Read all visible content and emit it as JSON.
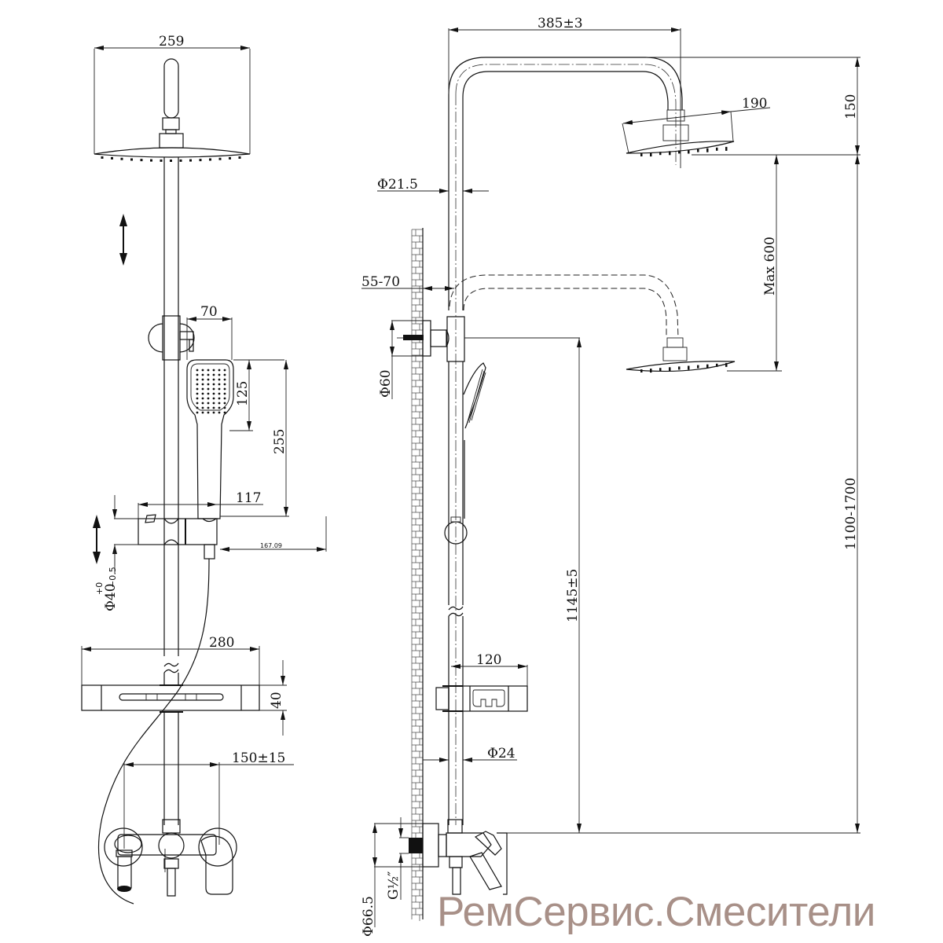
{
  "drawing": {
    "title": "Shower system dimensional drawing",
    "views": [
      "front-view",
      "side-view"
    ]
  },
  "front_view": {
    "overhead_width": "259",
    "hand_shower_width": "70",
    "hand_shower_head_height": "125",
    "hand_shower_length": "255",
    "holder_width": "117",
    "holder_offset": "167.09",
    "bar_diameter": "Φ40",
    "bar_diameter_tol_upper": "+0",
    "bar_diameter_tol_lower": "−0.5",
    "shelf_width": "280",
    "shelf_height": "40",
    "mixer_spacing": "150±15"
  },
  "side_view": {
    "arm_reach": "385±3",
    "pipe_diameter": "Φ21.5",
    "head_diameter": "190",
    "head_height": "150",
    "head_adjust_range": "Max 600",
    "wall_distance": "55-70",
    "bracket_diameter": "Φ60",
    "bracket_height": "1145±5",
    "total_height_range": "1100-1700",
    "shelf_depth": "120",
    "lower_pipe_diameter": "Φ24",
    "escutcheon_diameter": "Φ66.5",
    "thread_size": "G½″"
  },
  "watermark": {
    "text": "РемСервис.Смесители",
    "color": "#a89088"
  }
}
